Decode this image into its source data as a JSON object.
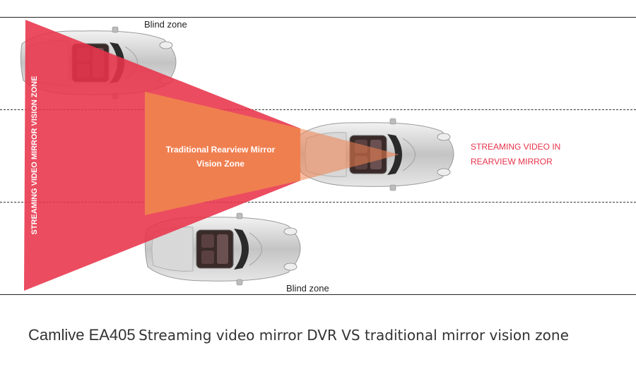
{
  "labels": {
    "blind_zone_top": "Blind zone",
    "blind_zone_bottom": "Blind zone",
    "streaming_zone_vertical": "STREAMING VIDEO MIRROR VISION ZONE",
    "traditional_zone_line1": "Traditional Rearview Mirror",
    "traditional_zone_line2": "Vision Zone",
    "streaming_side_line1": "STREAMING VIDEO IN",
    "streaming_side_line2": "REARVIEW MIRROR"
  },
  "caption": {
    "brand": "Camlive EA405",
    "text": "Streaming video mirror DVR  VS  traditional mirror vision zone"
  },
  "colors": {
    "streaming_zone": "#e8334a",
    "traditional_zone": "#f0814f",
    "accent_text": "#e8334a",
    "car_body": "#c8c8c8"
  },
  "icons": [
    "car-icon"
  ]
}
